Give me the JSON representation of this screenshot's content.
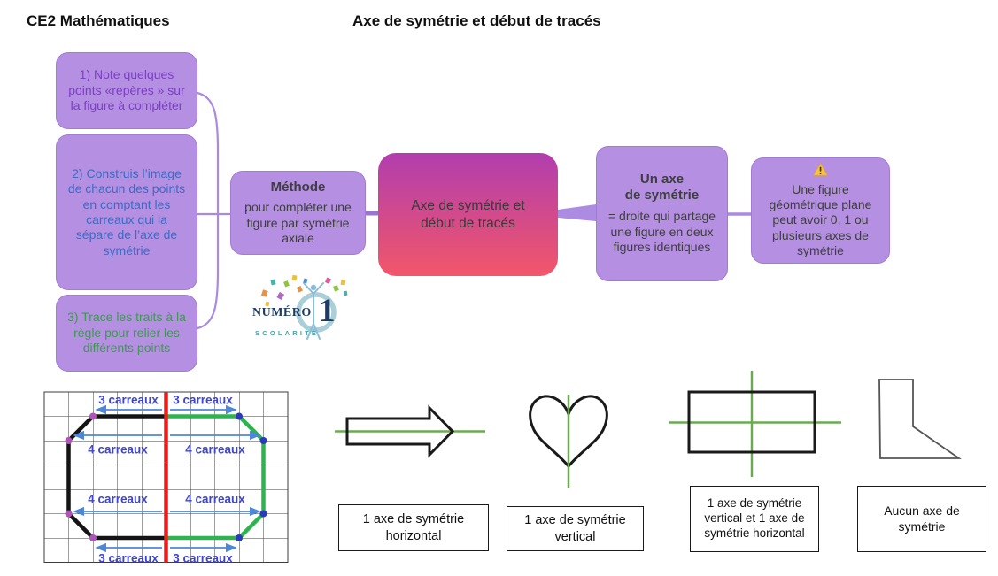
{
  "header": {
    "course": "CE2 Mathématiques",
    "title": "Axe de symétrie et début de tracés"
  },
  "mindmap": {
    "steps": [
      {
        "text": "1) Note quelques points «repères » sur la figure à compléter",
        "text_color": "#7b3fc2"
      },
      {
        "text": "2) Construis l’image de chacun des points en comptant les carreaux qui la sépare de l’axe de symétrie",
        "text_color": "#3a6cc4"
      },
      {
        "text": "3) Trace les traits à la règle pour relier les différents points",
        "text_color": "#3d9a50"
      }
    ],
    "method": {
      "title": "Méthode",
      "body": "pour compléter une figure par symétrie axiale"
    },
    "center": {
      "text": "Axe de symétrie et début de tracés"
    },
    "definition": {
      "title_lines": [
        "Un axe",
        "de symétrie"
      ],
      "body": "= droite qui partage une figure en deux figures identiques"
    },
    "note": {
      "icon": "warning-triangle",
      "body": "Une figure géométrique plane peut avoir 0, 1 ou plusieurs axes de symétrie"
    }
  },
  "logo": {
    "name": "NUMÉRO",
    "number": "1",
    "subtitle": "SCOLARITÉ"
  },
  "grid_example": {
    "axis_color": "#f51a1a",
    "left_half_color": "#141414",
    "right_half_color": "#2db44e",
    "left_dot_color": "#b055b8",
    "right_dot_color": "#2b3ab8",
    "arrow_color": "#4e86d8",
    "label_color": "#4046cc",
    "labels": [
      {
        "text": "3 carreaux",
        "side": "left",
        "row": "top"
      },
      {
        "text": "3 carreaux",
        "side": "right",
        "row": "top"
      },
      {
        "text": "4 carreaux",
        "side": "left",
        "row": "upper-middle"
      },
      {
        "text": "4 carreaux",
        "side": "right",
        "row": "upper-middle"
      },
      {
        "text": "4 carreaux",
        "side": "left",
        "row": "lower-middle"
      },
      {
        "text": "4 carreaux",
        "side": "right",
        "row": "lower-middle"
      },
      {
        "text": "3 carreaux",
        "side": "left",
        "row": "bottom"
      },
      {
        "text": "3 carreaux",
        "side": "right",
        "row": "bottom"
      }
    ]
  },
  "examples": [
    {
      "figure": "arrow",
      "axis": "horizontal",
      "caption": "1 axe de symétrie horizontal"
    },
    {
      "figure": "heart",
      "axis": "vertical",
      "caption": "1 axe de symétrie vertical"
    },
    {
      "figure": "rectangle",
      "axis": "vertical+horizontal",
      "caption": "1 axe de symétrie vertical et 1 axe de symétrie horizontal"
    },
    {
      "figure": "polygon",
      "axis": "none",
      "caption": "Aucun axe de symétrie"
    }
  ],
  "colors": {
    "node_fill": "#b48fe2",
    "node_border": "#a37bd4",
    "center_gradient_top": "#b13eae",
    "center_gradient_bottom": "#f2566a",
    "connector": "#a88be0",
    "symmetry_axis_green": "#6aab50",
    "grid_line": "#3c3c3c"
  }
}
